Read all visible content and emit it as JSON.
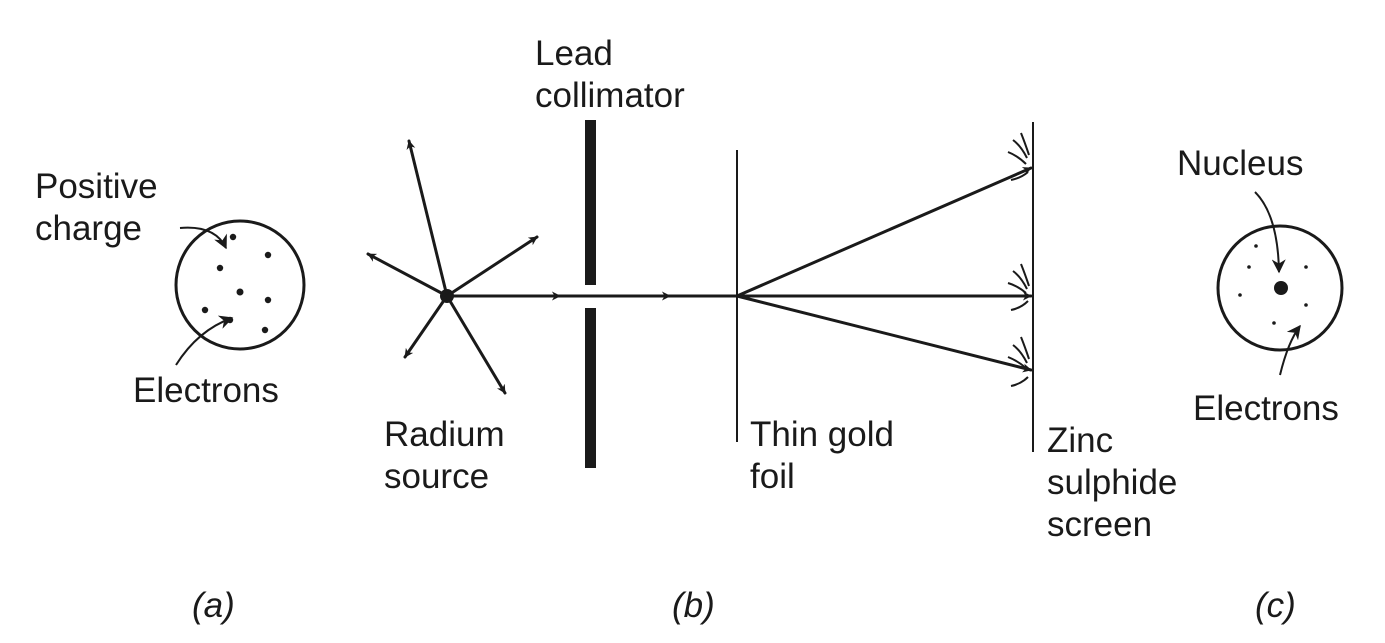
{
  "colors": {
    "ink": "#1a1a1a",
    "background": "#ffffff"
  },
  "panel_a": {
    "caption": "(a)",
    "label_positive": [
      "Positive",
      "charge"
    ],
    "label_electrons": "Electrons"
  },
  "panel_b": {
    "caption": "(b)",
    "label_collimator": [
      "Lead",
      "collimator"
    ],
    "label_source": [
      "Radium",
      "source"
    ],
    "label_foil": [
      "Thin gold",
      "foil"
    ],
    "label_screen": [
      "Zinc",
      "sulphide",
      "screen"
    ]
  },
  "panel_c": {
    "caption": "(c)",
    "label_nucleus": "Nucleus",
    "label_electrons": "Electrons"
  }
}
